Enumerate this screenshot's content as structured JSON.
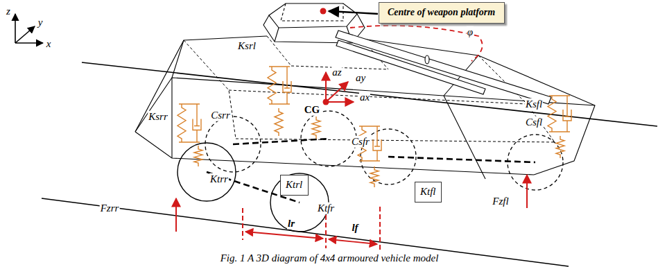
{
  "diagram": {
    "caption": "Fig. 1 A 3D diagram of 4x4 armoured vehicle model",
    "nodes": [
      {
        "text": [
          "Centre of weapon platform"
        ]
      },
      {
        "text": [
          "Ktrl"
        ]
      },
      {
        "text": [
          "Ktfl"
        ]
      }
    ],
    "labels": [
      "z",
      "y",
      "x",
      "φ",
      "Ksrl",
      "az",
      "ay",
      "CG",
      "ax",
      "Ksfl",
      "Csfl",
      "Ksrr",
      "Csrr",
      "Csfr",
      "Ktrr",
      "Ktfr",
      "lr",
      "lf",
      "Fzrr",
      "Fzfl"
    ]
  }
}
